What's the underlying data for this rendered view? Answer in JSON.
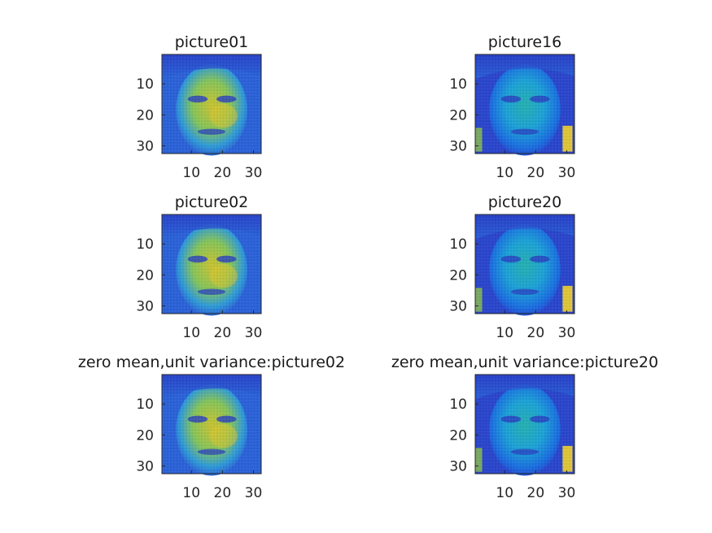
{
  "chart_data": [
    {
      "type": "heatmap",
      "title": "picture01",
      "colormap": "parula",
      "grid": false,
      "xlim": [
        0.5,
        32.5
      ],
      "ylim": [
        0.5,
        32.5
      ],
      "x_ticks": [
        10,
        20,
        30
      ],
      "y_ticks": [
        10,
        20,
        30
      ],
      "x_tick_labels": [
        "10",
        "20",
        "30"
      ],
      "y_tick_labels": [
        "10",
        "20",
        "30"
      ]
    },
    {
      "type": "heatmap",
      "title": "picture16",
      "colormap": "parula",
      "grid": false,
      "xlim": [
        0.5,
        32.5
      ],
      "ylim": [
        0.5,
        32.5
      ],
      "x_ticks": [
        10,
        20,
        30
      ],
      "y_ticks": [
        10,
        20,
        30
      ],
      "x_tick_labels": [
        "10",
        "20",
        "30"
      ],
      "y_tick_labels": [
        "10",
        "20",
        "30"
      ]
    },
    {
      "type": "heatmap",
      "title": "picture02",
      "colormap": "parula",
      "grid": false,
      "xlim": [
        0.5,
        32.5
      ],
      "ylim": [
        0.5,
        32.5
      ],
      "x_ticks": [
        10,
        20,
        30
      ],
      "y_ticks": [
        10,
        20,
        30
      ],
      "x_tick_labels": [
        "10",
        "20",
        "30"
      ],
      "y_tick_labels": [
        "10",
        "20",
        "30"
      ]
    },
    {
      "type": "heatmap",
      "title": "picture20",
      "colormap": "parula",
      "grid": false,
      "xlim": [
        0.5,
        32.5
      ],
      "ylim": [
        0.5,
        32.5
      ],
      "x_ticks": [
        10,
        20,
        30
      ],
      "y_ticks": [
        10,
        20,
        30
      ],
      "x_tick_labels": [
        "10",
        "20",
        "30"
      ],
      "y_tick_labels": [
        "10",
        "20",
        "30"
      ]
    },
    {
      "type": "heatmap",
      "title": "zero mean,unit variance:picture02",
      "colormap": "parula",
      "grid": false,
      "xlim": [
        0.5,
        32.5
      ],
      "ylim": [
        0.5,
        32.5
      ],
      "x_ticks": [
        10,
        20,
        30
      ],
      "y_ticks": [
        10,
        20,
        30
      ],
      "x_tick_labels": [
        "10",
        "20",
        "30"
      ],
      "y_tick_labels": [
        "10",
        "20",
        "30"
      ]
    },
    {
      "type": "heatmap",
      "title": "zero mean,unit variance:picture20",
      "colormap": "parula",
      "grid": false,
      "xlim": [
        0.5,
        32.5
      ],
      "ylim": [
        0.5,
        32.5
      ],
      "x_ticks": [
        10,
        20,
        30
      ],
      "y_ticks": [
        10,
        20,
        30
      ],
      "x_tick_labels": [
        "10",
        "20",
        "30"
      ],
      "y_tick_labels": [
        "10",
        "20",
        "30"
      ]
    }
  ]
}
